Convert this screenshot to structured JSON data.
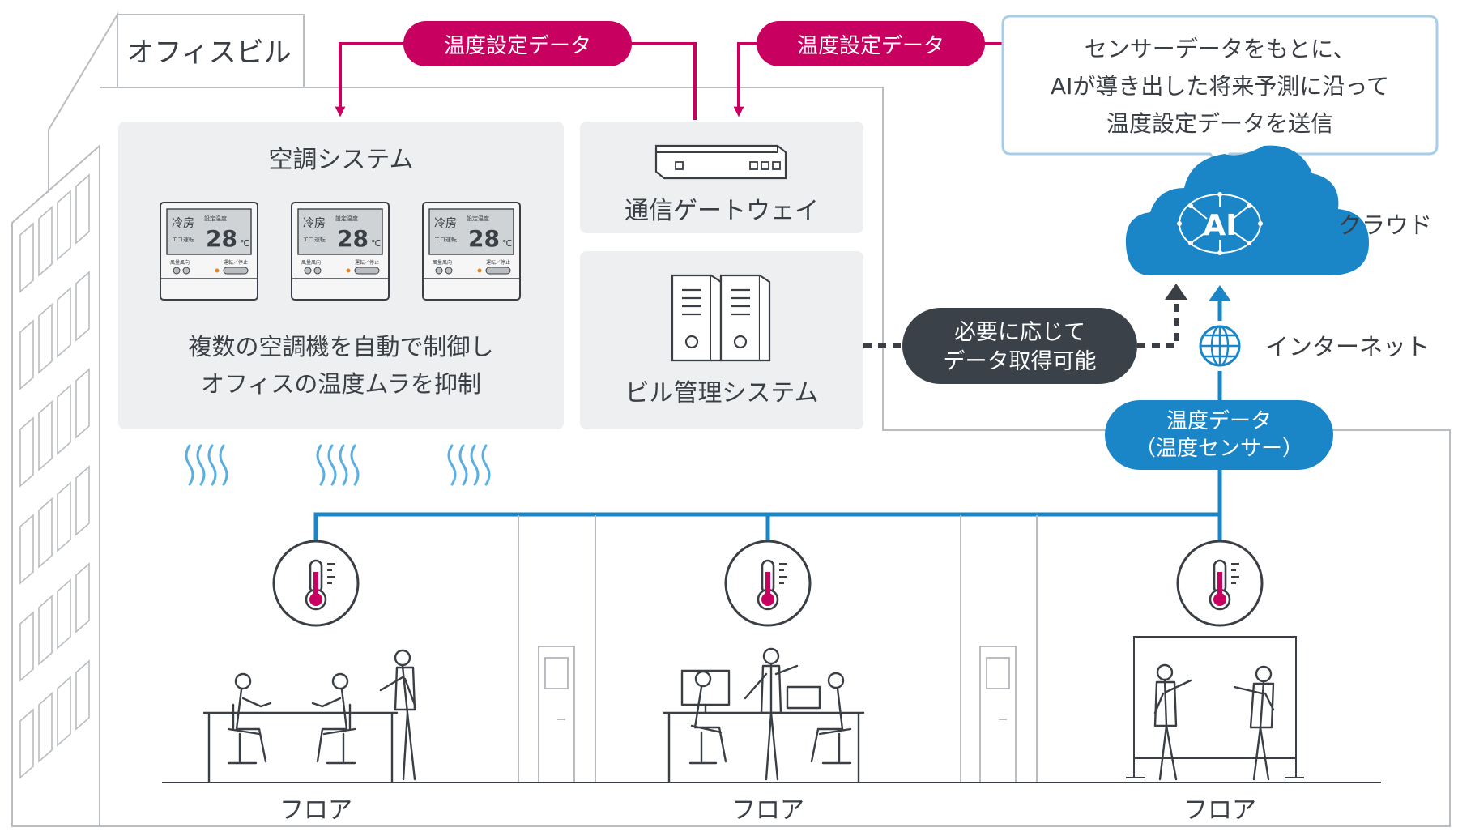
{
  "building": {
    "label": "オフィスビル"
  },
  "hvac": {
    "title": "空調システム",
    "description_line1": "複数の空調機を自動で制御し",
    "description_line2": "オフィスの温度ムラを抑制",
    "controllers": [
      {
        "mode": "冷房",
        "set_label": "設定温度",
        "temp": "28",
        "unit": "℃",
        "eco": "エコ運転",
        "sub1": "風量風向",
        "sub2": "運転／停止"
      },
      {
        "mode": "冷房",
        "set_label": "設定温度",
        "temp": "28",
        "unit": "℃",
        "eco": "エコ運転",
        "sub1": "風量風向",
        "sub2": "運転／停止"
      },
      {
        "mode": "冷房",
        "set_label": "設定温度",
        "temp": "28",
        "unit": "℃",
        "eco": "エコ運転",
        "sub1": "風量風向",
        "sub2": "運転／停止"
      }
    ]
  },
  "gateway": {
    "label": "通信ゲートウェイ"
  },
  "bms": {
    "label": "ビル管理システム"
  },
  "flows": {
    "setting_left": "温度設定データ",
    "setting_right": "温度設定データ",
    "optional_line1": "必要に応じて",
    "optional_line2": "データ取得可能",
    "sensor_line1": "温度データ",
    "sensor_line2": "（温度センサー）"
  },
  "cloud": {
    "label": "クラウド",
    "ai_text": "AI",
    "callout_line1": "センサーデータをもとに、",
    "callout_line2": "AIが導き出した将来予測に沿って",
    "callout_line3": "温度設定データを送信"
  },
  "internet": {
    "label": "インターネット"
  },
  "floors": [
    {
      "label": "フロア"
    },
    {
      "label": "フロア"
    },
    {
      "label": "フロア"
    }
  ],
  "colors": {
    "accent_magenta": "#c8005f",
    "accent_blue": "#1a86c8",
    "dark": "#3a3f45",
    "panel": "#eeeff0"
  },
  "icons": [
    "thermometer-icon",
    "cloud-icon",
    "globe-icon",
    "gateway-icon",
    "server-icon",
    "air-conditioner-remote-icon",
    "heat-wave-icon",
    "door-icon",
    "whiteboard-icon",
    "office-worker-icon"
  ]
}
